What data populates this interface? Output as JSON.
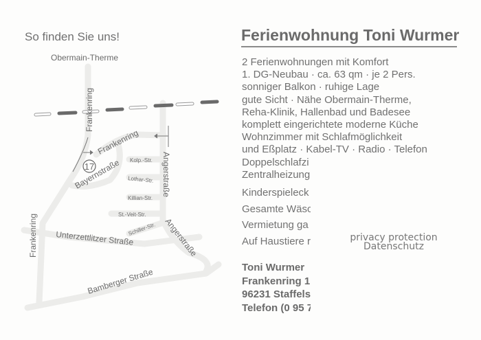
{
  "map": {
    "heading": "So finden Sie uns!",
    "landmark": "Obermain-Therme",
    "marker": "17",
    "streets": {
      "frankenring_top": "Frankenring",
      "frankenring_curve": "Frankenring",
      "frankenring_left": "Frankenring",
      "bayernstrasse": "Bayernstraße",
      "kolp": "Kolp.-Str.",
      "lothar": "Lothar-Str.",
      "killian": "Killian-Str.",
      "stveit": "St.-Veit-Str.",
      "schiller": "Schiller-Str.",
      "angerstrasse_top": "Angerstraße",
      "angerstrasse_bottom": "Angerstraße",
      "unterzettlitzer": "Unterzettlitzer Straße",
      "bamberger": "Bamberger Straße"
    }
  },
  "listing": {
    "title": "Ferienwohnung Toni Wurmer",
    "features": [
      "2 Ferienwohnungen mit Komfort",
      "1. DG-Neubau · ca. 63 qm · je 2 Pers.",
      "sonniger Balkon · ruhige Lage",
      "gute Sicht · Nähe Obermain-Therme,",
      "Reha-Klinik, Hallenbad und Badesee",
      "komplett eingerichtete moderne Küche",
      "Wohnzimmer mit Schlafmöglichkeit",
      "und Eßplatz · Kabel-TV · Radio · Telefon",
      "Doppelschlafzi",
      "Zentralheizung"
    ],
    "extras": [
      "Kinderspieleck",
      "Gesamte Wäsc",
      "Vermietung ga",
      "Auf Haustiere r"
    ],
    "contact": [
      "Toni Wurmer",
      "Frankenring 1",
      "96231 Staffels",
      "Telefon (0 95 7"
    ]
  },
  "watermark": [
    "privacy protection",
    "Datenschutz"
  ]
}
